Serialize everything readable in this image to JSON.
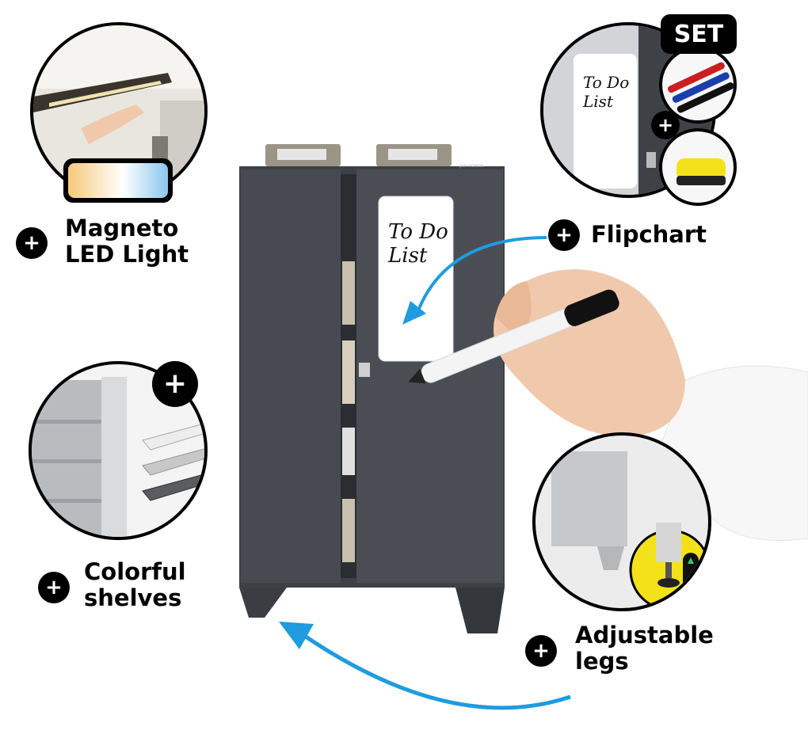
{
  "features": {
    "led_light": {
      "line1": "Magneto",
      "line2": "LED Light"
    },
    "flipchart": {
      "label": "Flipchart"
    },
    "shelves": {
      "line1": "Colorful",
      "line2": "shelves"
    },
    "legs": {
      "line1": "Adjustable",
      "line2": "legs"
    }
  },
  "set_badge": "SET",
  "whiteboard": {
    "line1": "To Do",
    "line2": "List"
  },
  "flipchart_detail": {
    "line1": "To Do",
    "line2": "List"
  },
  "brand_mark": "jan nowak",
  "colors": {
    "cabinet": "#3d4146",
    "accent_arrow": "#1f9be0",
    "leg_highlight": "#f3e21a",
    "icon_bg": "#000000"
  },
  "icons": [
    "plus-icon",
    "curved-arrow-icon",
    "marker-icon",
    "sponge-icon"
  ]
}
